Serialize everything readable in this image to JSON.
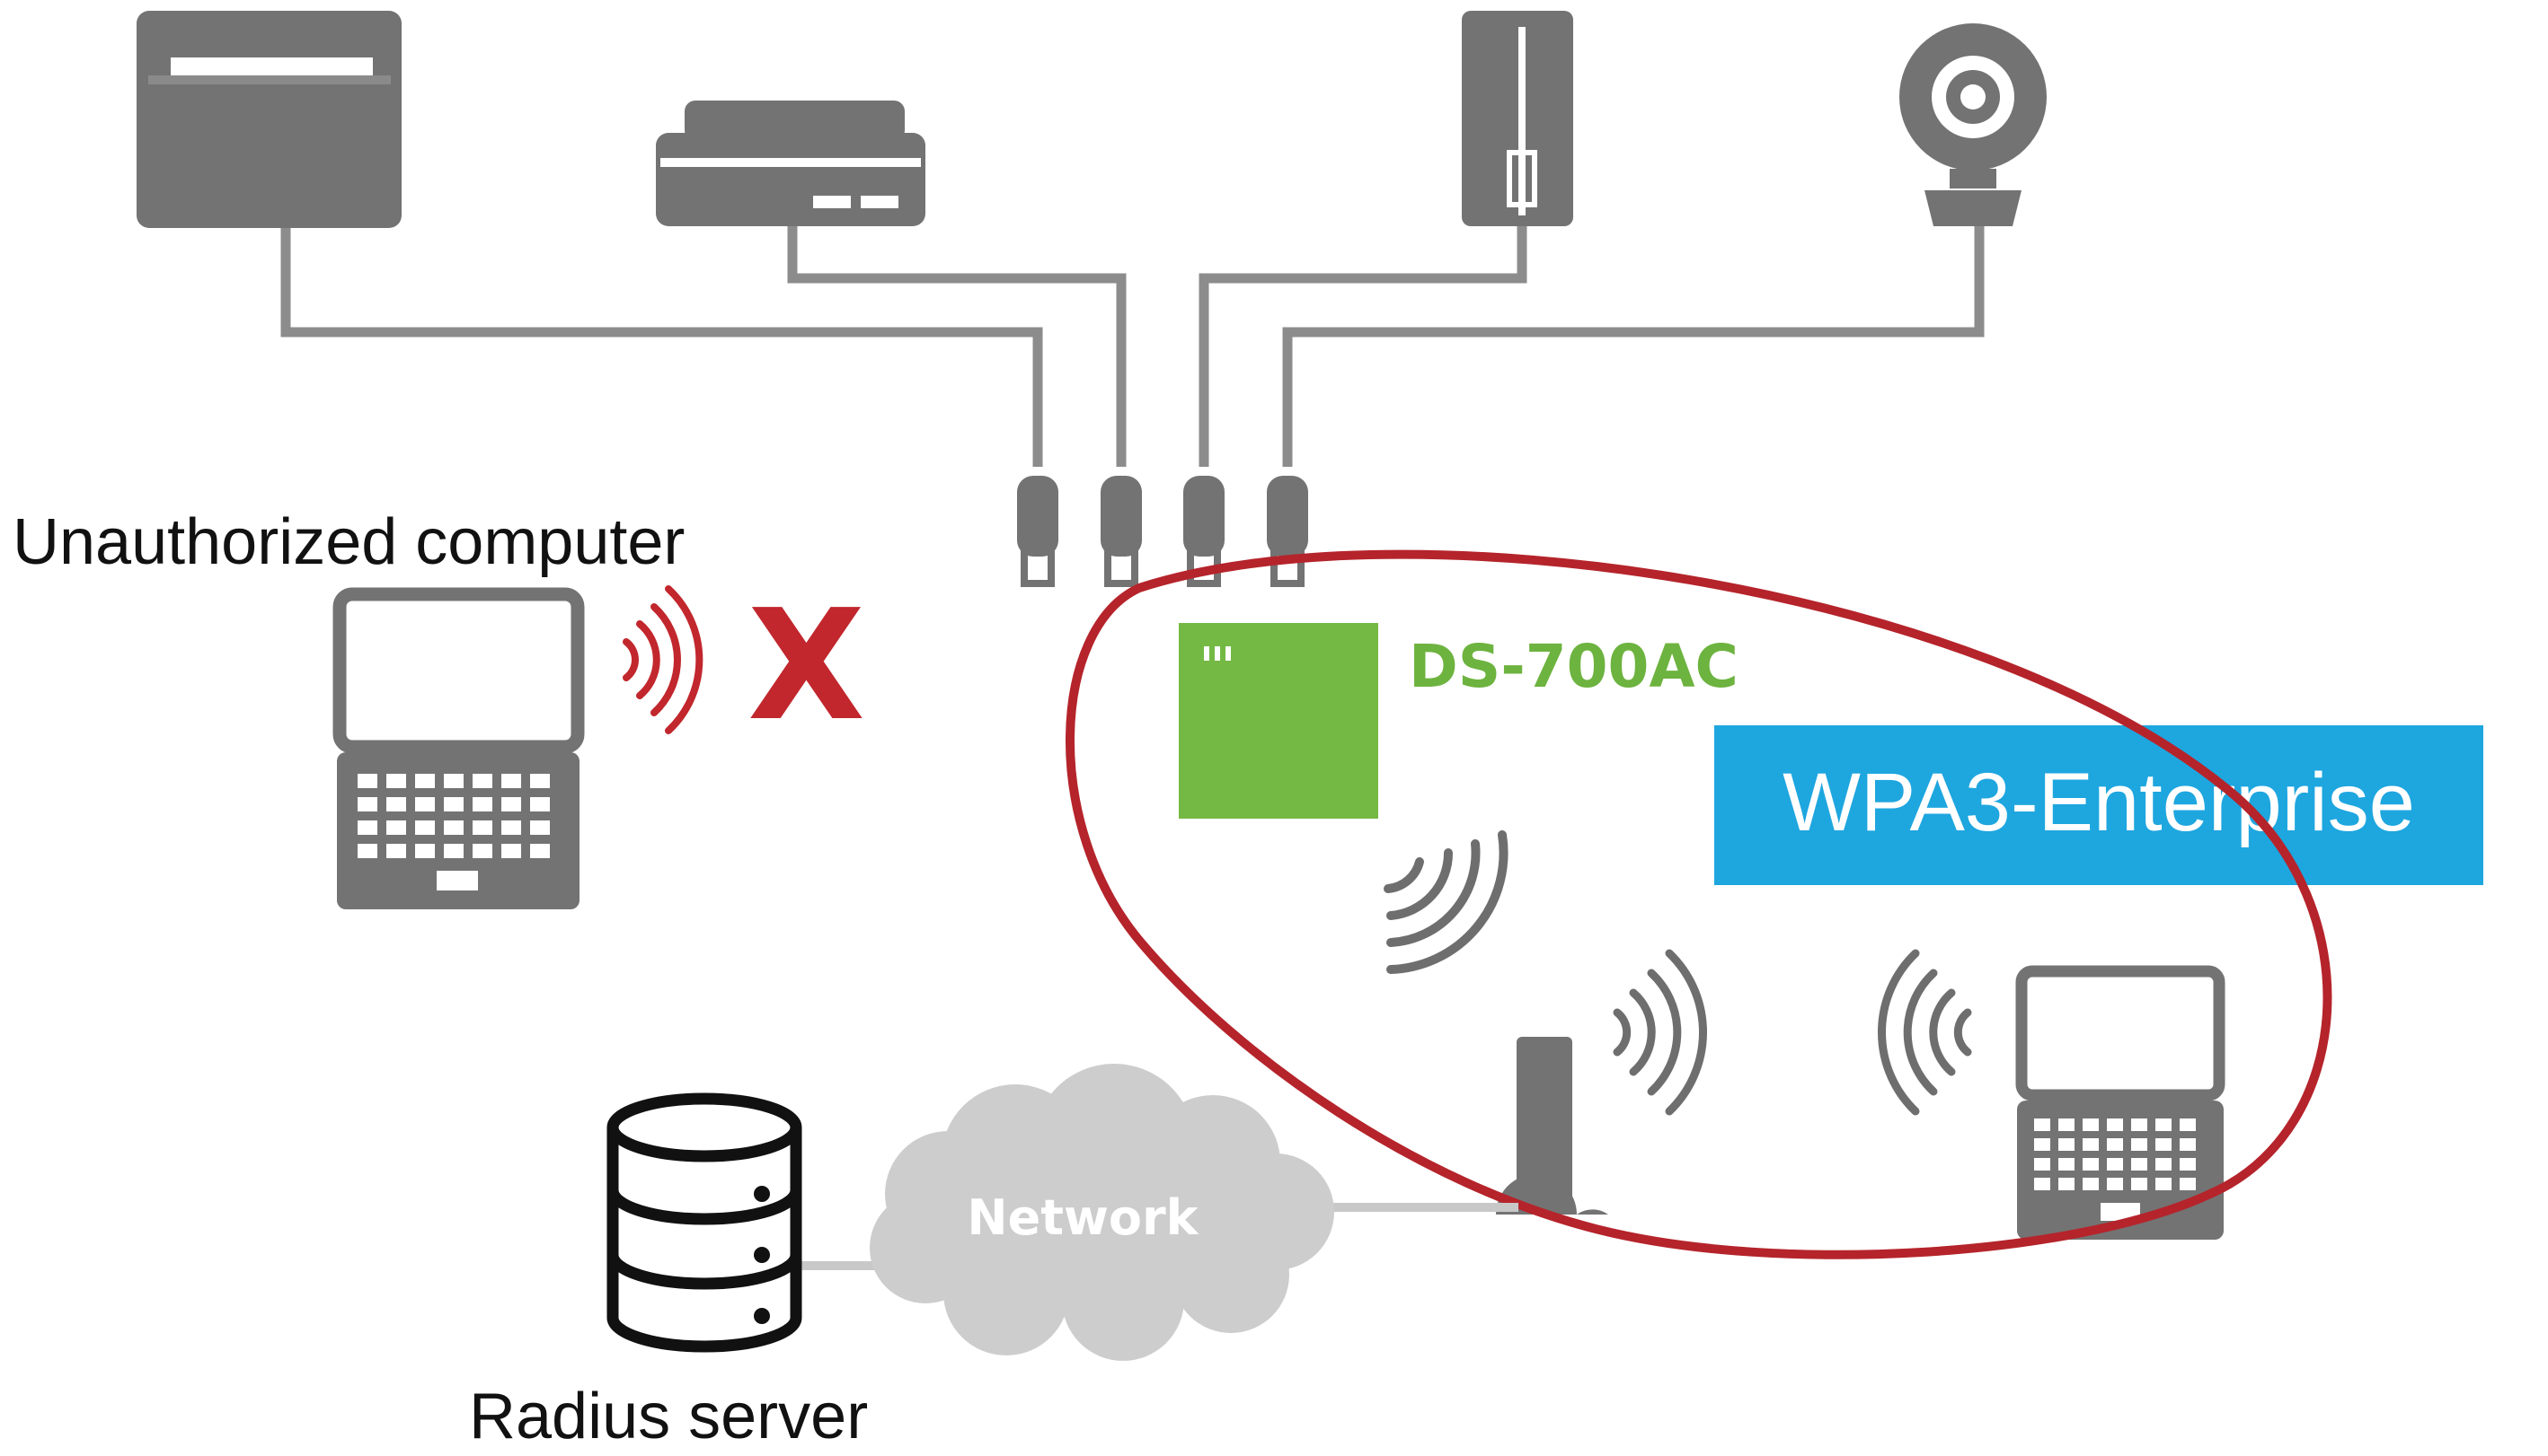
{
  "labels": {
    "unauthorized": "Unauthorized computer",
    "device": "DS-700AC",
    "security": "WPA3-Enterprise",
    "network": "Network",
    "radius": "Radius server",
    "denied": "X"
  },
  "colors": {
    "device_gray": "#737373",
    "cable_gray": "#8c8c8c",
    "wave_gray": "#6e6e6e",
    "cloud_gray": "#cdcdcd",
    "device_green": "#74b944",
    "label_green": "#6db33f",
    "ring_red": "#b5242b",
    "banner_blue": "#1ea6df",
    "deny_red": "#c1272d"
  },
  "icons": {
    "printer": "printer-icon",
    "scanner": "scanner-icon",
    "storage": "storage-icon",
    "webcam": "webcam-icon",
    "unauthorized_laptop": "laptop-icon",
    "authorized_laptop": "laptop-icon",
    "access_point": "access-point-icon",
    "server": "database-server-icon",
    "cloud": "cloud-icon"
  }
}
